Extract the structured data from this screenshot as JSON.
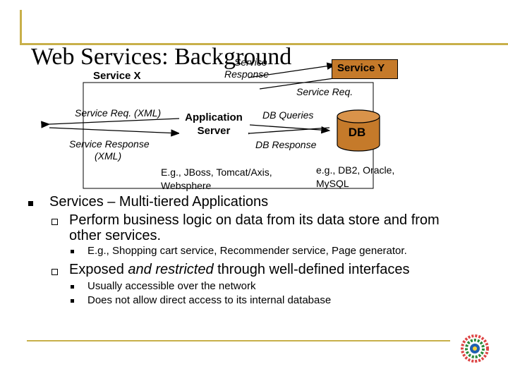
{
  "title": "Web Services: Background",
  "diagram": {
    "service_x": "Service X",
    "service_y": "Service Y",
    "service_response_top_1": "Service",
    "service_response_top_2": "Response",
    "service_req_right": "Service Req.",
    "service_req_xml": "Service Req. (XML)",
    "service_response_xml_1": "Service Response",
    "service_response_xml_2": "(XML)",
    "app_server_1": "Application",
    "app_server_2": "Server",
    "db_queries": "DB Queries",
    "db_response": "DB Response",
    "db": "DB",
    "app_examples_1": "E.g., JBoss, Tomcat/Axis,",
    "app_examples_2": "Websphere",
    "db_examples_1": "e.g., DB2, Oracle,",
    "db_examples_2": "MySQL",
    "db_color": "#c57a2a",
    "service_y_color": "#c57a2a"
  },
  "bullets": {
    "l1": "Services – Multi-tiered Applications",
    "l1a_1": "Perform business logic on data from its data store and from",
    "l1a_2": "other services.",
    "l1a_i": "E.g., Shopping cart service, Recommender service, Page generator.",
    "l1b_pre": "Exposed ",
    "l1b_em": "and restricted",
    "l1b_post": " through well-defined interfaces",
    "l1b_i": "Usually accessible over the network",
    "l1b_ii": "Does not allow direct access to its internal database"
  },
  "accent_color": "#c8b04a"
}
